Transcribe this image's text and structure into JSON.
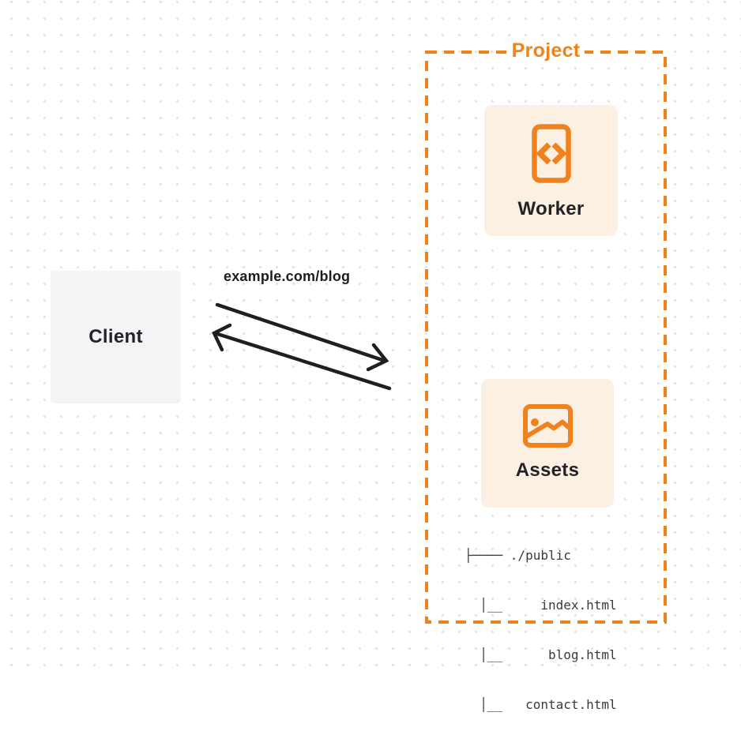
{
  "colors": {
    "accent_orange": "#F0821D",
    "card_background": "#FBF0E1",
    "client_background": "#F4F4F6",
    "arrow_dark": "#1F1F1F",
    "grid_dot": "#E1E1E6"
  },
  "client": {
    "label": "Client"
  },
  "request": {
    "label": "example.com/blog"
  },
  "project": {
    "label": "Project",
    "worker": {
      "label": "Worker",
      "icon": "code-file-icon"
    },
    "assets": {
      "label": "Assets",
      "icon": "image-icon"
    },
    "file_tree": {
      "lines": [
        "├──── ./public",
        "  │__     index.html",
        "  │__      blog.html",
        "  │__   contact.html"
      ]
    }
  }
}
